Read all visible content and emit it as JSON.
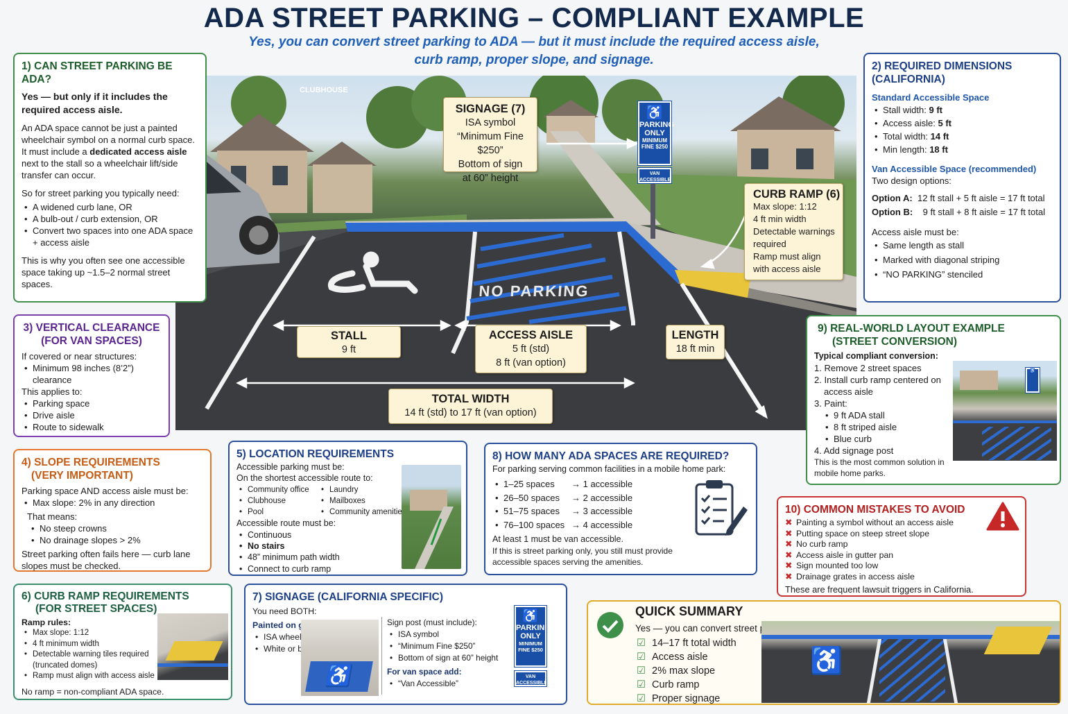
{
  "header": {
    "title": "ADA STREET PARKING – COMPLIANT EXAMPLE",
    "subtitle_1": "Yes, you can convert street parking to ADA — but it must include the required access aisle,",
    "subtitle_2": "curb ramp, proper slope, and signage."
  },
  "scene": {
    "clubhouse_label": "CLUBHOUSE",
    "no_parking": "NO PARKING",
    "sign_line1": "PARKING",
    "sign_line2": "ONLY",
    "sign_line3": "MINIMUM",
    "sign_line4": "FINE $250",
    "sign_van1": "VAN",
    "sign_van2": "ACCESSIBLE"
  },
  "callouts": {
    "signage": {
      "title": "SIGNAGE (7)",
      "l1": "ISA symbol",
      "l2": "“Minimum Fine $250”",
      "l3": "Bottom of sign",
      "l4": "at 60” height"
    },
    "curb_ramp": {
      "title": "CURB RAMP (6)",
      "l1": "Max slope: 1:12",
      "l2": "4 ft min width",
      "l3": "Detectable warnings",
      "l4": "required",
      "l5": "Ramp must align",
      "l6": "with access aisle"
    },
    "stall": {
      "title": "STALL",
      "l1": "9 ft"
    },
    "aisle": {
      "title": "ACCESS AISLE",
      "l1": "5 ft (std)",
      "l2": "8 ft (van option)"
    },
    "length": {
      "title": "LENGTH",
      "l1": "18 ft min"
    },
    "total": {
      "title": "TOTAL WIDTH",
      "l1": "14 ft (std) to 17 ft (van option)"
    }
  },
  "box1": {
    "title": "1) CAN STREET PARKING BE ADA?",
    "lead": "Yes — but only if it includes the required access aisle.",
    "p1_a": "An ADA space cannot be just a painted wheelchair symbol on a normal curb space. It must include a ",
    "p1_b": "dedicated access aisle",
    "p1_c": " next to the stall so a wheelchair lift/side transfer can occur.",
    "p2": "So for street parking you typically need:",
    "items": [
      "A widened curb lane, OR",
      "A bulb-out / curb extension, OR",
      "Convert two spaces into one ADA space + access aisle"
    ],
    "p3": "This is why you often see one accessible space taking up ~1.5–2 normal street spaces."
  },
  "box2": {
    "title": "2) REQUIRED DIMENSIONS (CALIFORNIA)",
    "std_title": "Standard Accessible Space",
    "std": [
      [
        "Stall width: ",
        "9 ft"
      ],
      [
        "Access aisle: ",
        "5 ft"
      ],
      [
        "Total width: ",
        "14 ft"
      ],
      [
        "Min length: ",
        "18 ft"
      ]
    ],
    "van_title": "Van Accessible Space (recommended)",
    "van_intro": "Two design options:",
    "opt_a_label": "Option A:",
    "opt_a": "12 ft stall + 5 ft aisle = 17 ft total",
    "opt_b_label": "Option B:",
    "opt_b": "9 ft stall + 8 ft aisle = 17 ft total",
    "aisle_intro": "Access aisle must be:",
    "aisle_items": [
      "Same length as stall",
      "Marked with diagonal striping",
      "“NO PARKING” stenciled"
    ]
  },
  "box3": {
    "title_1": "3) VERTICAL CLEARANCE",
    "title_2": "(FOR VAN SPACES)",
    "p1": "If covered or near structures:",
    "items1": [
      "Minimum 98 inches (8’2”) clearance"
    ],
    "p2": "This applies to:",
    "items2": [
      "Parking space",
      "Drive aisle",
      "Route to sidewalk"
    ]
  },
  "box4": {
    "title_1": "4) SLOPE REQUIREMENTS",
    "title_2": "(VERY IMPORTANT)",
    "p1": "Parking space AND access aisle must be:",
    "items1": [
      "Max slope: 2% in any direction"
    ],
    "p2": "That means:",
    "items2": [
      "No steep crowns",
      "No drainage slopes > 2%"
    ],
    "p3": "Street parking often fails here — curb lane slopes must be checked."
  },
  "box5": {
    "title": "5) LOCATION REQUIREMENTS",
    "p1": "Accessible parking must be:",
    "p2": "On the shortest accessible route to:",
    "col1": [
      "Community office",
      "Clubhouse",
      "Pool"
    ],
    "col2": [
      "Laundry",
      "Mailboxes",
      "Community amenities"
    ],
    "p3": "Accessible route must be:",
    "items": [
      "Continuous",
      "No stairs",
      "48” minimum path width",
      "Connect to curb ramp"
    ]
  },
  "box6": {
    "title_1": "6) CURB RAMP REQUIREMENTS",
    "title_2": "(FOR STREET SPACES)",
    "p1": "Ramp rules:",
    "items": [
      "Max slope: 1:12",
      "4 ft minimum width",
      "Detectable warning tiles required (truncated domes)",
      "Ramp must align with access aisle"
    ],
    "p2": "No ramp = non-compliant ADA space."
  },
  "box7": {
    "title": "7) SIGNAGE (CALIFORNIA SPECIFIC)",
    "p1": "You need BOTH:",
    "ground_title": "Painted on ground:",
    "ground": [
      "ISA wheelchair symbol",
      "White or blue paint"
    ],
    "post_title": "Sign post (must include):",
    "post": [
      "ISA symbol",
      "“Minimum Fine $250”",
      "Bottom of sign at 60” height"
    ],
    "van_title": "For van space add:",
    "van": [
      "“Van Accessible”"
    ]
  },
  "box8": {
    "title": "8) HOW MANY ADA SPACES ARE REQUIRED?",
    "intro": "For parking serving common facilities in a mobile home park:",
    "rows": [
      [
        "1–25 spaces",
        "→ 1 accessible"
      ],
      [
        "26–50 spaces",
        "→ 2 accessible"
      ],
      [
        "51–75 spaces",
        "→ 3 accessible"
      ],
      [
        "76–100 spaces",
        "→ 4 accessible"
      ]
    ],
    "p1": "At least 1 must be van accessible.",
    "p2": "If this is street parking only, you still must provide accessible spaces serving the amenities."
  },
  "box9": {
    "title_1": "9) REAL-WORLD LAYOUT EXAMPLE",
    "title_2": "(STREET CONVERSION)",
    "intro": "Typical compliant conversion:",
    "s1": "1. Remove 2 street spaces",
    "s2": "2. Install curb ramp centered on access aisle",
    "s3": "3. Paint:",
    "paint": [
      "9 ft ADA stall",
      "8 ft striped aisle",
      "Blue curb"
    ],
    "s4": "4. Add signage post",
    "p": "This is the most common solution in mobile home parks."
  },
  "box10": {
    "title": "10) COMMON MISTAKES TO AVOID",
    "items": [
      "Painting a symbol without an access aisle",
      "Putting space on steep street slope",
      "No curb ramp",
      "Access aisle in gutter pan",
      "Sign mounted too low",
      "Drainage grates in access aisle"
    ],
    "p": "These are frequent lawsuit triggers in California."
  },
  "summary": {
    "title": "QUICK SUMMARY",
    "intro": "Yes — you can convert street parking to ADA, but it must include:",
    "items": [
      "14–17 ft total width",
      "Access aisle",
      "2% max slope",
      "Curb ramp",
      "Proper signage"
    ]
  },
  "colors": {
    "navy": "#13294b",
    "accent_blue": "#1f5fb8",
    "ada_blue": "#1a4fa8",
    "curb_yellow": "#e8c53a"
  }
}
